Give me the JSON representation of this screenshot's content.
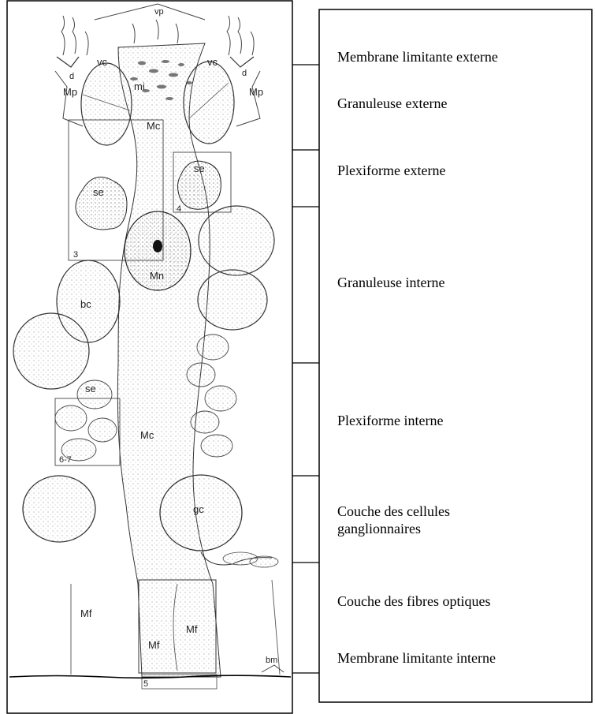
{
  "figure": {
    "cell_labels": {
      "vp": "vp",
      "vc_left": "vc",
      "vc_right": "vc",
      "d_left": "d",
      "d_right": "d",
      "mp_left": "Mp",
      "mp_right": "Mp",
      "mi": "mi",
      "mc_top": "Mc",
      "se_left_upper": "se",
      "se_right_upper": "se",
      "box_3": "3",
      "box_4": "4",
      "mn": "Mn",
      "bc": "bc",
      "se_lower": "se",
      "mc_middle": "Mc",
      "box_6_7": "6-7",
      "gc": "gc",
      "mf_left": "Mf",
      "mf_box_left": "Mf",
      "mf_box_right": "Mf",
      "bm": "bm",
      "box_5": "5"
    }
  },
  "layers": [
    "Membrane limitante externe",
    "Granuleuse externe",
    "Plexiforme externe",
    "Granuleuse interne",
    "Plexiforme interne",
    "Couche des cellules ganglionnaires",
    "Couche des fibres optiques",
    "Membrane limitante interne"
  ]
}
